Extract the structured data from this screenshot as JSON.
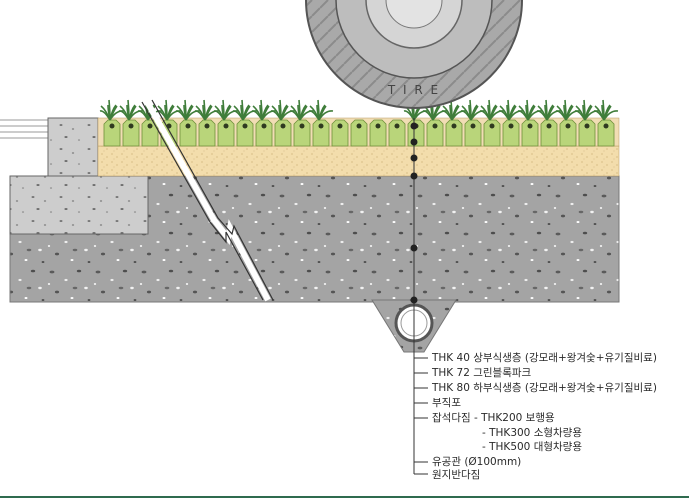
{
  "tire": {
    "text": "T I R E"
  },
  "layers": [
    {
      "id": "upper-growth",
      "text": "THK 40 상부식생층 (강모래+왕겨숯+유기질비료)"
    },
    {
      "id": "green-block",
      "text": "THK 72 그린블록파크"
    },
    {
      "id": "lower-growth",
      "text": "THK 80 하부식생층 (강모래+왕겨숯+유기질비료)"
    },
    {
      "id": "nonwoven",
      "text": "부직포"
    },
    {
      "id": "gravel-label",
      "text": "잡석다짐 - THK200 보행용"
    },
    {
      "id": "gravel-small",
      "text": "- THK300 소형차량용"
    },
    {
      "id": "gravel-large",
      "text": "- THK500 대형차량용"
    },
    {
      "id": "drain-pipe",
      "text": "유공관 (Ø100mm)"
    },
    {
      "id": "subgrade",
      "text": "원지반다짐"
    }
  ],
  "colors": {
    "top_sand": "#f1ddb4",
    "grass_block": "#b9d57a",
    "lower_sand": "#f4dfae",
    "gravel": "#a6a6a6",
    "curb": "#c9c9c9",
    "tire": "#9a9a9a",
    "plants": "#3f7d3a",
    "accent_line": "#2f6b4f"
  }
}
